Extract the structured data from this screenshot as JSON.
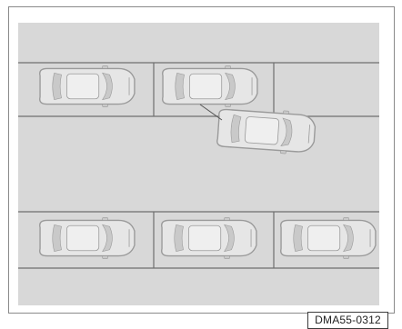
{
  "figure": {
    "code": "DMA55-0312",
    "colors": {
      "background": "#d8d8d8",
      "lines": "#6e6e6e",
      "car_body": "#e6e6e6",
      "car_outline": "#9a9a9a",
      "car_glass": "#c9c9c9"
    },
    "cars": [
      {
        "role": "parked-top-left"
      },
      {
        "role": "parked-top-middle"
      },
      {
        "role": "pulling-out-of-top-middle"
      },
      {
        "role": "parked-bottom-left"
      },
      {
        "role": "parked-bottom-middle"
      },
      {
        "role": "parked-bottom-right"
      }
    ]
  }
}
